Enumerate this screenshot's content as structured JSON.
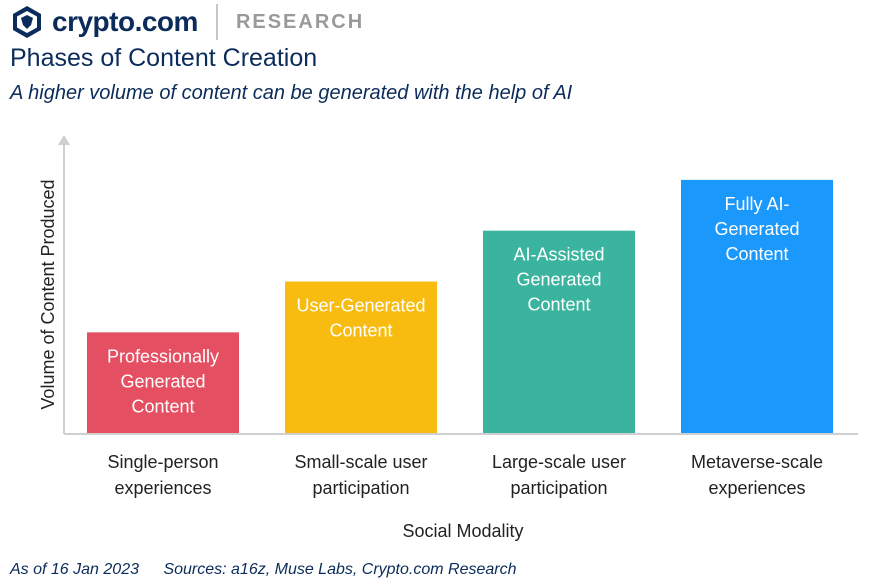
{
  "header": {
    "brand": "crypto.com",
    "section": "RESEARCH",
    "logo_icon": "crypto-lion-shield-icon"
  },
  "title": "Phases of Content Creation",
  "subtitle": "A higher volume of content can be generated with the help of AI",
  "footer": {
    "as_of": "As of 16 Jan 2023",
    "sources": "Sources: a16z, Muse Labs, Crypto.com Research"
  },
  "chart_data": {
    "type": "bar",
    "title": "Phases of Content Creation",
    "xlabel": "Social Modality",
    "ylabel": "Volume of Content Produced",
    "ylim": [
      0,
      1
    ],
    "grid": false,
    "categories": [
      [
        "Single-person",
        "experiences"
      ],
      [
        "Small-scale user",
        "participation"
      ],
      [
        "Large-scale user",
        "participation"
      ],
      [
        "Metaverse-scale",
        "experiences"
      ]
    ],
    "values": [
      0.34,
      0.51,
      0.68,
      0.85
    ],
    "bar_labels": [
      [
        "Professionally",
        "Generated",
        "Content"
      ],
      [
        "User-Generated",
        "Content"
      ],
      [
        "AI-Assisted",
        "Generated",
        "Content"
      ],
      [
        "Fully AI-",
        "Generated",
        "Content"
      ]
    ],
    "colors": [
      "#e44f62",
      "#f8bc11",
      "#3ab49e",
      "#1a98fb"
    ]
  }
}
